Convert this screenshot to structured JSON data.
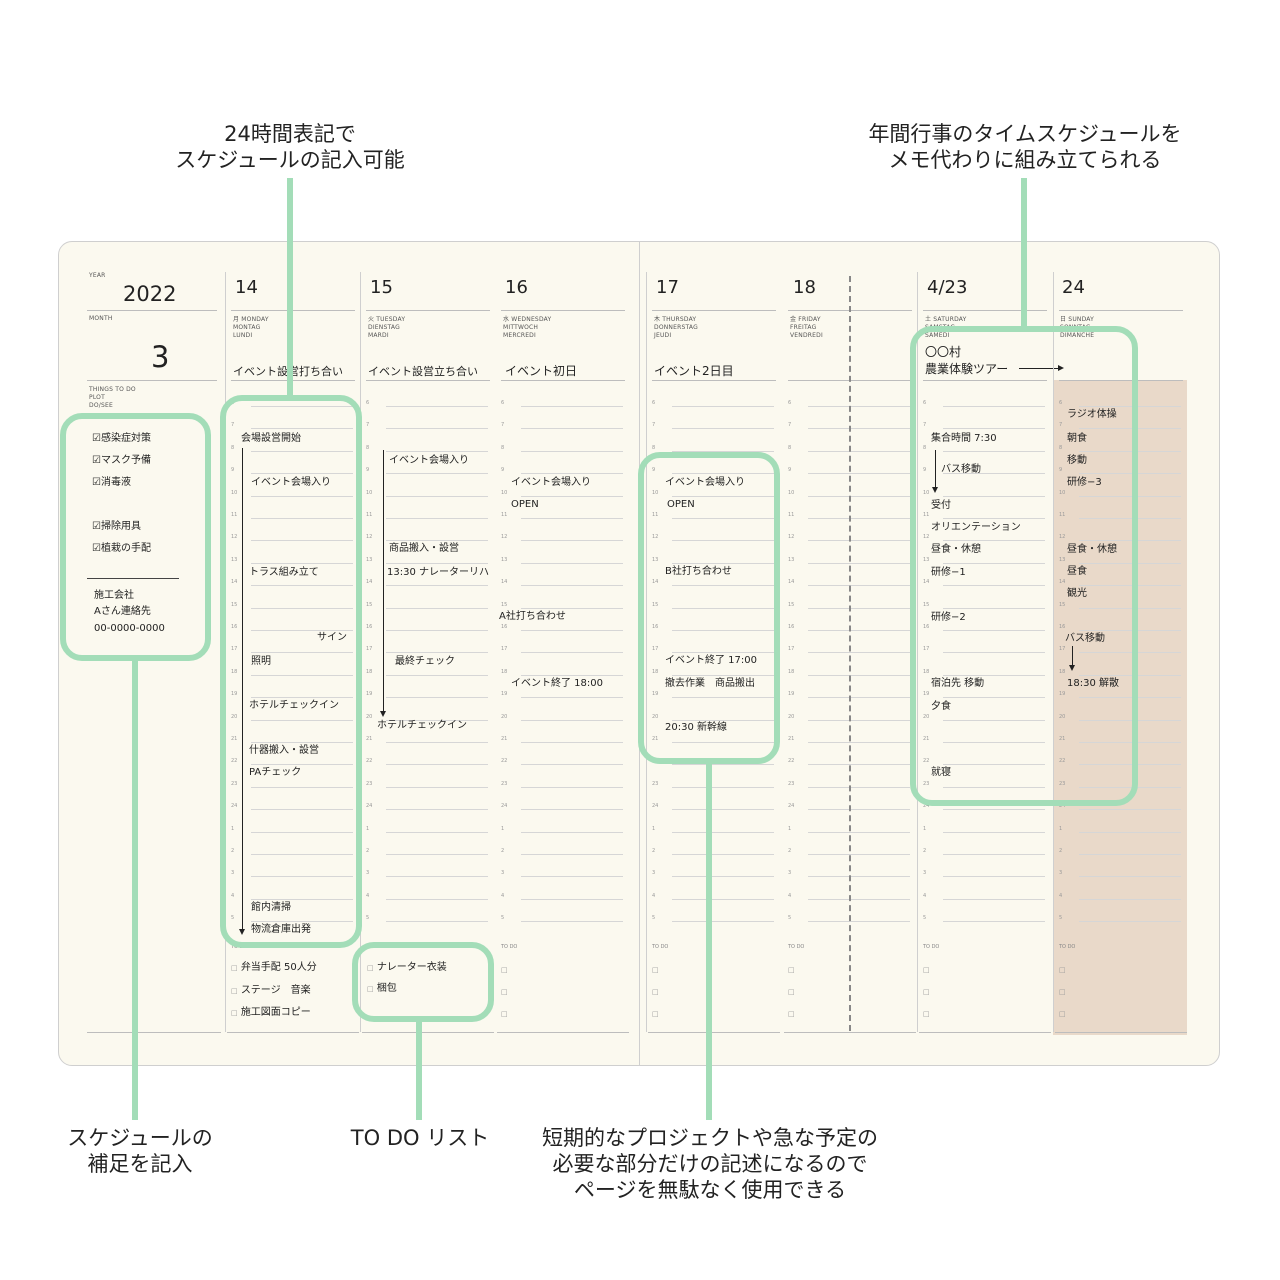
{
  "colors": {
    "highlight": "#a3ddb8",
    "paper": "#fbf9ef",
    "sunday_bg": "#e9d9c9"
  },
  "captions": {
    "top_left": [
      "24時間表記で",
      "スケジュールの記入可能"
    ],
    "top_right": [
      "年間行事のタイムスケジュールを",
      "メモ代わりに組み立てられる"
    ],
    "bottom_left": [
      "スケジュールの",
      "補足を記入"
    ],
    "bottom_todo": [
      "TO DO リスト"
    ],
    "bottom_right": [
      "短期的なプロジェクトや急な予定の",
      "必要な部分だけの記述になるので",
      "ページを無駄なく使用できる"
    ]
  },
  "sidebar": {
    "year_label": "YEAR",
    "year": "2022",
    "month_label": "MONTH",
    "month": "3",
    "things_label": [
      "THINGS TO DO",
      "PLOT",
      "DO/SEE"
    ],
    "checklist": [
      "☑感染症対策",
      "☑マスク予備",
      "☑消毒液",
      "☑掃除用具",
      "☑植栽の手配"
    ],
    "contact": [
      "施工会社",
      "Aさん連絡先",
      "00-0000-0000"
    ]
  },
  "days": [
    {
      "date": "14",
      "labels": [
        "月 MONDAY",
        "MONTAG",
        "LUNDI"
      ],
      "title": "イベント設営打ち合い"
    },
    {
      "date": "15",
      "labels": [
        "火 TUESDAY",
        "DIENSTAG",
        "MARDI"
      ],
      "title": "イベント設営立ち合い"
    },
    {
      "date": "16",
      "labels": [
        "水 WEDNESDAY",
        "MITTWOCH",
        "MERCREDI"
      ],
      "title": "イベント初日"
    },
    {
      "date": "17",
      "labels": [
        "木 THURSDAY",
        "DONNERSTAG",
        "JEUDI"
      ],
      "title": "イベント2日目"
    },
    {
      "date": "18",
      "labels": [
        "金 FRIDAY",
        "FREITAG",
        "VENDREDI"
      ],
      "title": ""
    },
    {
      "date": "4/23",
      "labels": [
        "土 SATURDAY",
        "SAMSTAG",
        "SAMEDI"
      ],
      "title": "〇〇村",
      "title2": "農業体験ツアー"
    },
    {
      "date": "24",
      "labels": [
        "日 SUNDAY",
        "SONNTAG",
        "DIMANCHE"
      ],
      "title": ""
    }
  ],
  "hours": [
    "6",
    "7",
    "8",
    "9",
    "10",
    "11",
    "12",
    "13",
    "14",
    "15",
    "16",
    "17",
    "18",
    "19",
    "20",
    "21",
    "22",
    "23",
    "24",
    "1",
    "2",
    "3",
    "4",
    "5"
  ],
  "todo_label": "TO DO",
  "todo_marker": "□",
  "entries": {
    "mon": [
      "会場設営開始",
      "イベント会場入り",
      "トラス組み立て",
      "サイン",
      "照明",
      "ホテルチェックイン",
      "什器搬入・設営",
      "PAチェック",
      "館内清掃",
      "物流倉庫出発"
    ],
    "tue": [
      "イベント会場入り",
      "商品搬入・設営",
      "13:30 ナレーターリハ",
      "最終チェック",
      "ホテルチェックイン"
    ],
    "wed": [
      "イベント会場入り",
      "OPEN",
      "A社打ち合わせ",
      "イベント終了 18:00"
    ],
    "thu": [
      "イベント会場入り",
      "OPEN",
      "B社打ち合わせ",
      "イベント終了 17:00",
      "撤去作業　商品搬出",
      "20:30 新幹線"
    ],
    "sat": [
      "集合時間 7:30",
      "バス移動",
      "受付",
      "オリエンテーション",
      "昼食・休憩",
      "研修−1",
      "研修−2",
      "宿泊先 移動",
      "夕食",
      "就寝"
    ],
    "sun": [
      "ラジオ体操",
      "朝食",
      "移動",
      "研修−3",
      "昼食・休憩",
      "昼食",
      "観光",
      "バス移動",
      "18:30 解散"
    ]
  },
  "todos": {
    "mon": [
      "弁当手配 50人分",
      "ステージ　音楽",
      "施工図面コピー"
    ],
    "tue": [
      "ナレーター衣装",
      "梱包"
    ]
  }
}
